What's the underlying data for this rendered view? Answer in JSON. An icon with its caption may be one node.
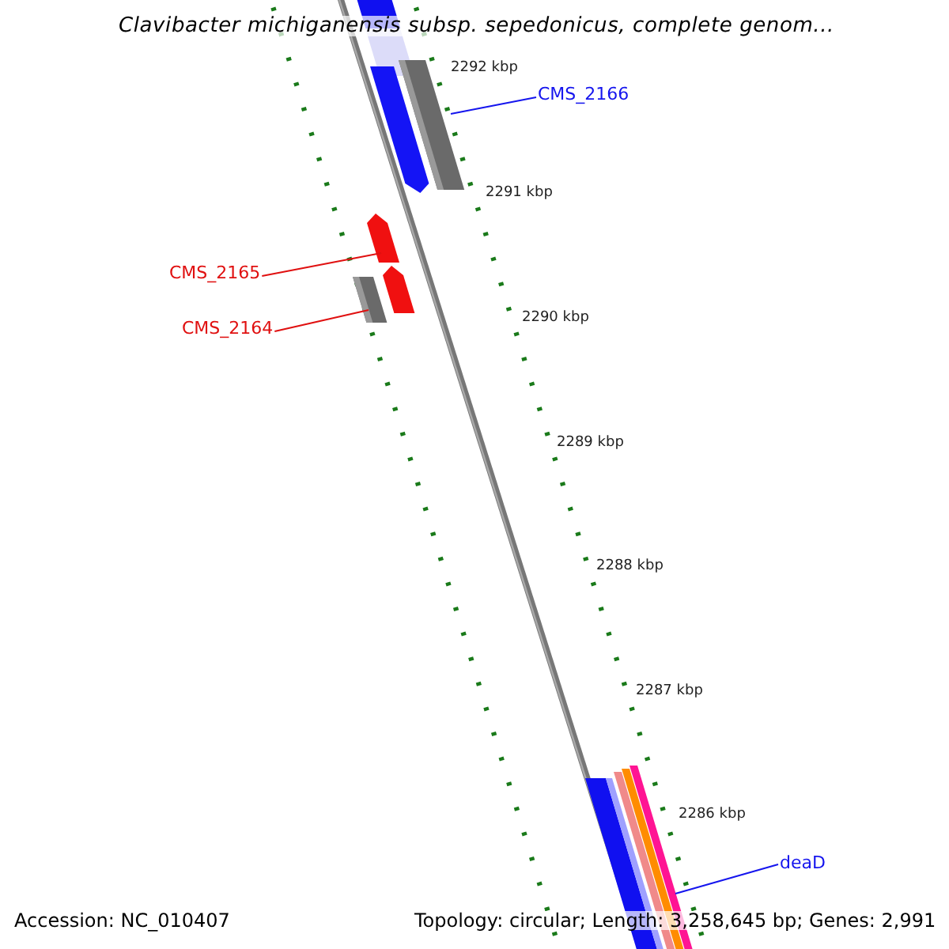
{
  "diagram": {
    "title": "Clavibacter michiganensis subsp. sepedonicus, complete genom...",
    "nodes": [
      {
        "text": [
          "CMS_2166"
        ]
      },
      {
        "text": [],
        "shape": "bar"
      },
      {
        "text": [
          "CMS_2165"
        ]
      },
      {
        "text": [],
        "shape": "arrow"
      },
      {
        "text": [
          "CMS_2164"
        ]
      },
      {
        "text": [],
        "shape": "bar"
      },
      {
        "text": [
          "deaD"
        ]
      },
      {
        "text": [],
        "shape": "bar"
      }
    ],
    "edges": [
      {
        "from": 0,
        "to": 1,
        "arrow": "none",
        "color": "#1515ee"
      },
      {
        "from": 2,
        "to": 3,
        "arrow": "none",
        "color": "#e01010"
      },
      {
        "from": 4,
        "to": 5,
        "arrow": "none",
        "color": "#e01010"
      },
      {
        "from": 6,
        "to": 7,
        "arrow": "none",
        "color": "#1515ee"
      }
    ],
    "labels": [
      "2292 kbp",
      "2291 kbp",
      "2290 kbp",
      "2289 kbp",
      "2288 kbp",
      "2287 kbp",
      "2286 kbp",
      "Accession: NC_010407",
      "Topology: circular; Length: 3,258,645 bp; Genes: 2,991"
    ]
  }
}
